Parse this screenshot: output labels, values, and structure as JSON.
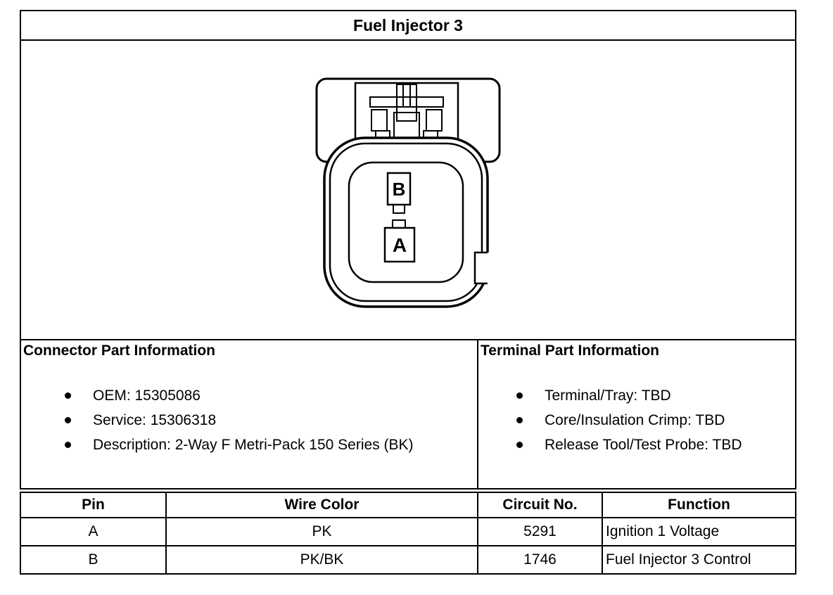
{
  "page": {
    "title": "Fuel Injector 3"
  },
  "diagram": {
    "description": "connector-end-view",
    "terminals": [
      {
        "label": "B"
      },
      {
        "label": "A"
      }
    ]
  },
  "connector_part_info": {
    "heading": "Connector Part Information",
    "items": [
      "OEM: 15305086",
      "Service: 15306318",
      "Description: 2-Way F Metri-Pack 150 Series (BK)"
    ]
  },
  "terminal_part_info": {
    "heading": "Terminal Part Information",
    "items": [
      "Terminal/Tray: TBD",
      "Core/Insulation Crimp: TBD",
      "Release Tool/Test Probe: TBD"
    ]
  },
  "pin_table": {
    "headers": [
      "Pin",
      "Wire Color",
      "Circuit No.",
      "Function"
    ],
    "rows": [
      {
        "pin": "A",
        "wire_color": "PK",
        "circuit_no": "5291",
        "function": "Ignition 1 Voltage"
      },
      {
        "pin": "B",
        "wire_color": "PK/BK",
        "circuit_no": "1746",
        "function": "Fuel Injector 3 Control"
      }
    ]
  },
  "colors": {
    "border": "#000000",
    "background": "#ffffff"
  }
}
